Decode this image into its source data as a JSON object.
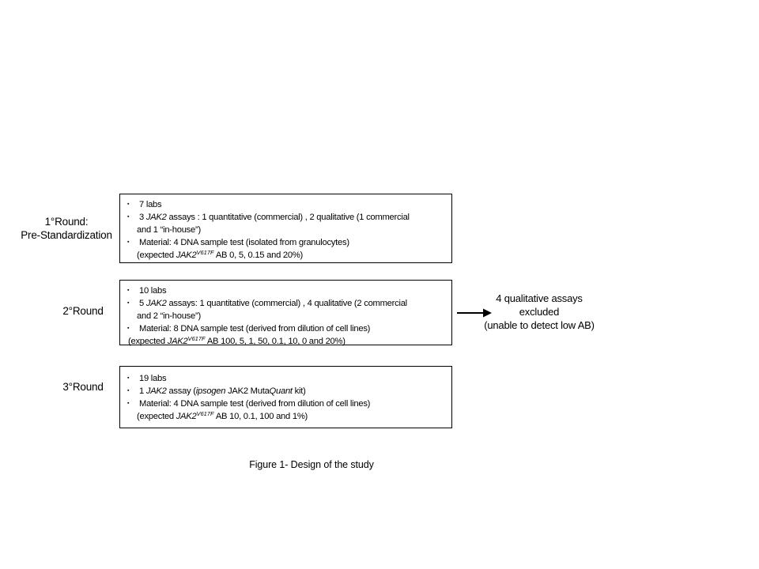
{
  "figure": {
    "caption": "Figure 1- Design of the study"
  },
  "colors": {
    "background": "#ffffff",
    "text": "#000000",
    "border": "#000000"
  },
  "icons": {
    "bullet_marker": "▪",
    "arrow": "right-arrow"
  },
  "rounds": [
    {
      "label": "1°Round:",
      "sublabel": "Pre-Standardization",
      "lines": [
        {
          "bullet": true,
          "segments": [
            {
              "t": "7 labs"
            }
          ]
        },
        {
          "bullet": true,
          "segments": [
            {
              "t": "3 "
            },
            {
              "t": "JAK2",
              "s": "i"
            },
            {
              "t": " assays : 1 quantitative (commercial) , 2 qualitative (1 commercial"
            }
          ]
        },
        {
          "bullet": false,
          "segments": [
            {
              "t": "and 1 “in-house”)"
            }
          ]
        },
        {
          "bullet": true,
          "segments": [
            {
              "t": "Material: 4 DNA sample test (isolated from granulocytes)"
            }
          ]
        },
        {
          "bullet": false,
          "segments": [
            {
              "t": "(expected "
            },
            {
              "t": "JAK2",
              "s": "i"
            },
            {
              "t": "V617F",
              "s": "isup"
            },
            {
              "t": " AB 0, 5, 0.15 and 20%)"
            }
          ]
        }
      ]
    },
    {
      "label": "2°Round",
      "sublabel": "",
      "lines": [
        {
          "bullet": true,
          "segments": [
            {
              "t": "10 labs"
            }
          ]
        },
        {
          "bullet": true,
          "segments": [
            {
              "t": "5 "
            },
            {
              "t": "JAK2",
              "s": "i"
            },
            {
              "t": " assays: 1 quantitative (commercial) , 4 qualitative (2 commercial"
            }
          ]
        },
        {
          "bullet": false,
          "segments": [
            {
              "t": "and 2 “in-house”)"
            }
          ]
        },
        {
          "bullet": true,
          "segments": [
            {
              "t": "Material: 8 DNA sample test (derived from dilution of cell lines)"
            }
          ]
        },
        {
          "bullet": false,
          "hang": true,
          "segments": [
            {
              "t": "(expected "
            },
            {
              "t": "JAK2",
              "s": "i"
            },
            {
              "t": "V617F",
              "s": "isup"
            },
            {
              "t": " AB 100, 5, 1, 50, 0.1, 10, 0 and 20%)"
            }
          ]
        }
      ]
    },
    {
      "label": "3°Round",
      "sublabel": "",
      "lines": [
        {
          "bullet": true,
          "segments": [
            {
              "t": "19 labs"
            }
          ]
        },
        {
          "bullet": true,
          "segments": [
            {
              "t": "1 "
            },
            {
              "t": "JAK2",
              "s": "i"
            },
            {
              "t": " assay ("
            },
            {
              "t": "ipsogen",
              "s": "i"
            },
            {
              "t": " JAK2 Muta"
            },
            {
              "t": "Quant",
              "s": "i"
            },
            {
              "t": " kit)"
            }
          ]
        },
        {
          "bullet": true,
          "segments": [
            {
              "t": "Material: 4 DNA sample test (derived from dilution of cell lines)"
            }
          ]
        },
        {
          "bullet": false,
          "segments": [
            {
              "t": "(expected "
            },
            {
              "t": "JAK2",
              "s": "i"
            },
            {
              "t": "V617F",
              "s": "isup"
            },
            {
              "t": " AB 10, 0.1, 100 and 1%)"
            }
          ]
        }
      ]
    }
  ],
  "annotation": {
    "lines": [
      "4 qualitative assays",
      "excluded",
      "(unable to detect low AB)"
    ]
  }
}
